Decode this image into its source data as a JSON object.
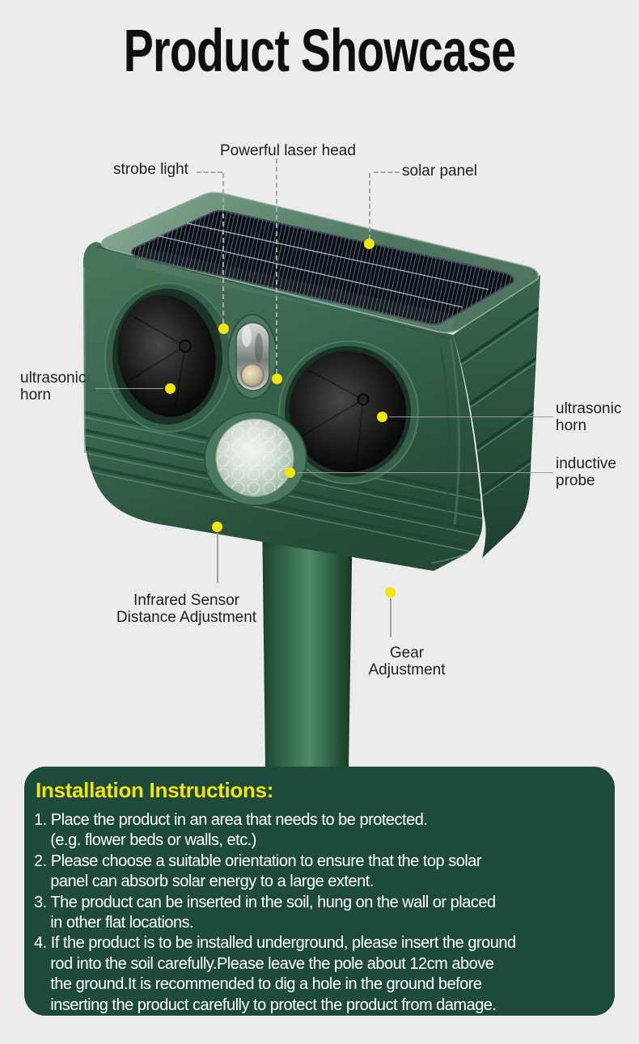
{
  "page": {
    "title": "Product Showcase",
    "background": "#ececec"
  },
  "callouts": {
    "laser": {
      "label": "Powerful laser head"
    },
    "strobe": {
      "label": "strobe light"
    },
    "solar": {
      "label": "solar panel"
    },
    "horn_left": {
      "label": "ultrasonic horn"
    },
    "horn_right": {
      "label": "ultrasonic horn"
    },
    "probe": {
      "label": "inductive probe"
    },
    "infrared": {
      "label": "Infrared Sensor Distance Adjustment"
    },
    "gear": {
      "label": "Gear Adjustment"
    }
  },
  "colors": {
    "accent_yellow": "#f1e50c",
    "instruction_panel_green": "#1d4a3a",
    "heading_yellow": "#f2e40e",
    "device_green": "#3a6650",
    "label_text": "#1f1f1f",
    "instruction_text": "#ffffff"
  },
  "instructions": {
    "heading": "Installation Instructions:",
    "items": [
      "1. Place the product in an area that needs to be protected.\n    (e.g. flower beds or walls, etc.)",
      "2. Please choose a suitable orientation to ensure that the top solar\n    panel can absorb solar energy to a large extent.",
      "3. The product can be inserted in the soil, hung on the wall or placed\n    in other flat locations.",
      "4. If the product is to be installed underground, please insert the ground\n    rod into the soil carefully.Please leave the pole about 12cm above\n    the ground.It is recommended to dig a hole in the ground before\n    inserting the product carefully to protect the product from damage."
    ]
  }
}
